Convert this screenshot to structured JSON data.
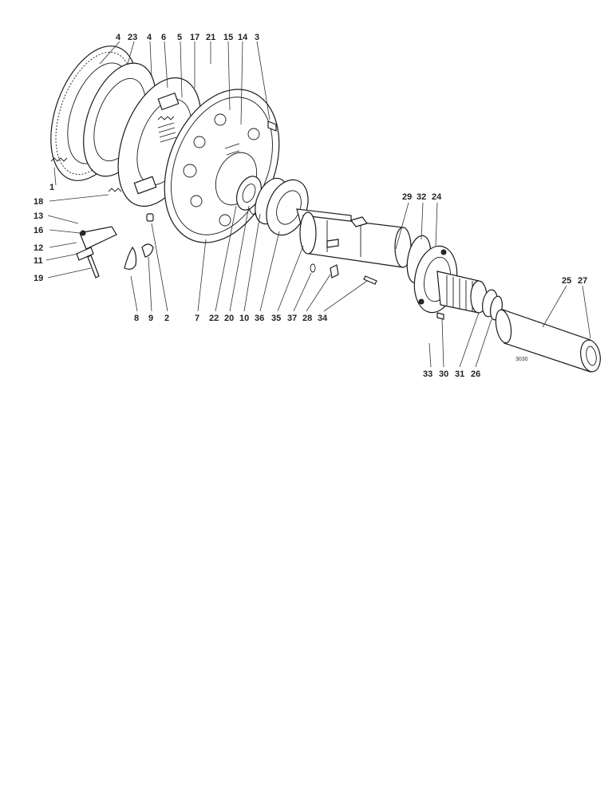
{
  "figure_ref": "3030",
  "labels": {
    "top": [
      "4",
      "23",
      "4",
      "6",
      "5",
      "17",
      "21",
      "15",
      "14",
      "3"
    ],
    "left": [
      "1",
      "18",
      "13",
      "16",
      "12",
      "11",
      "19"
    ],
    "bottom": [
      "8",
      "9",
      "2",
      "7",
      "22",
      "20",
      "10",
      "36",
      "35",
      "37",
      "28",
      "34"
    ],
    "shaft_top": [
      "29",
      "32",
      "24"
    ],
    "sleeve_top": [
      "25",
      "27"
    ],
    "shaft_bottom": [
      "33",
      "30",
      "31",
      "26"
    ]
  }
}
